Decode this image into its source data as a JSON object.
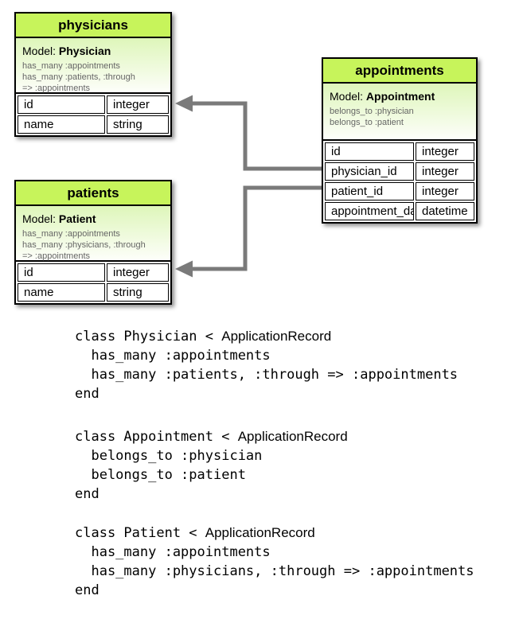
{
  "colors": {
    "table_header_green": "#c7f45b",
    "model_gradient_top": "#def6ba",
    "model_gradient_bottom": "#fdfefa",
    "arrow_gray": "#7a7a7a",
    "border_black": "#000000",
    "association_text_gray": "#666666"
  },
  "diagram": {
    "tables": {
      "physicians": {
        "title": "physicians",
        "model_label": "Model:",
        "model_name": "Physician",
        "associations": [
          "has_many :appointments",
          "has_many :patients, :through",
          "=> :appointments"
        ],
        "columns": [
          {
            "name": "id",
            "type": "integer"
          },
          {
            "name": "name",
            "type": "string"
          }
        ]
      },
      "appointments": {
        "title": "appointments",
        "model_label": "Model:",
        "model_name": "Appointment",
        "associations": [
          "belongs_to :physician",
          "belongs_to :patient"
        ],
        "columns": [
          {
            "name": "id",
            "type": "integer"
          },
          {
            "name": "physician_id",
            "type": "integer"
          },
          {
            "name": "patient_id",
            "type": "integer"
          },
          {
            "name": "appointment_date",
            "type": "datetime"
          }
        ]
      },
      "patients": {
        "title": "patients",
        "model_label": "Model:",
        "model_name": "Patient",
        "associations": [
          "has_many :appointments",
          "has_many :physicians, :through",
          "=> :appointments"
        ],
        "columns": [
          {
            "name": "id",
            "type": "integer"
          },
          {
            "name": "name",
            "type": "string"
          }
        ]
      }
    },
    "relations": [
      {
        "from": "appointments.physician_id",
        "to": "physicians.id"
      },
      {
        "from": "appointments.patient_id",
        "to": "patients.id"
      }
    ]
  },
  "code": {
    "blocks": [
      {
        "class_line_pre": "class Physician < ",
        "class_ref": "ApplicationRecord",
        "body": [
          "  has_many :appointments",
          "  has_many :patients, :through => :appointments"
        ],
        "end_keyword": "end"
      },
      {
        "class_line_pre": "class Appointment < ",
        "class_ref": "ApplicationRecord",
        "body": [
          "  belongs_to :physician",
          "  belongs_to :patient"
        ],
        "end_keyword": "end"
      },
      {
        "class_line_pre": "class Patient < ",
        "class_ref": "ApplicationRecord",
        "body": [
          "  has_many :appointments",
          "  has_many :physicians, :through => :appointments"
        ],
        "end_keyword": "end"
      }
    ]
  }
}
